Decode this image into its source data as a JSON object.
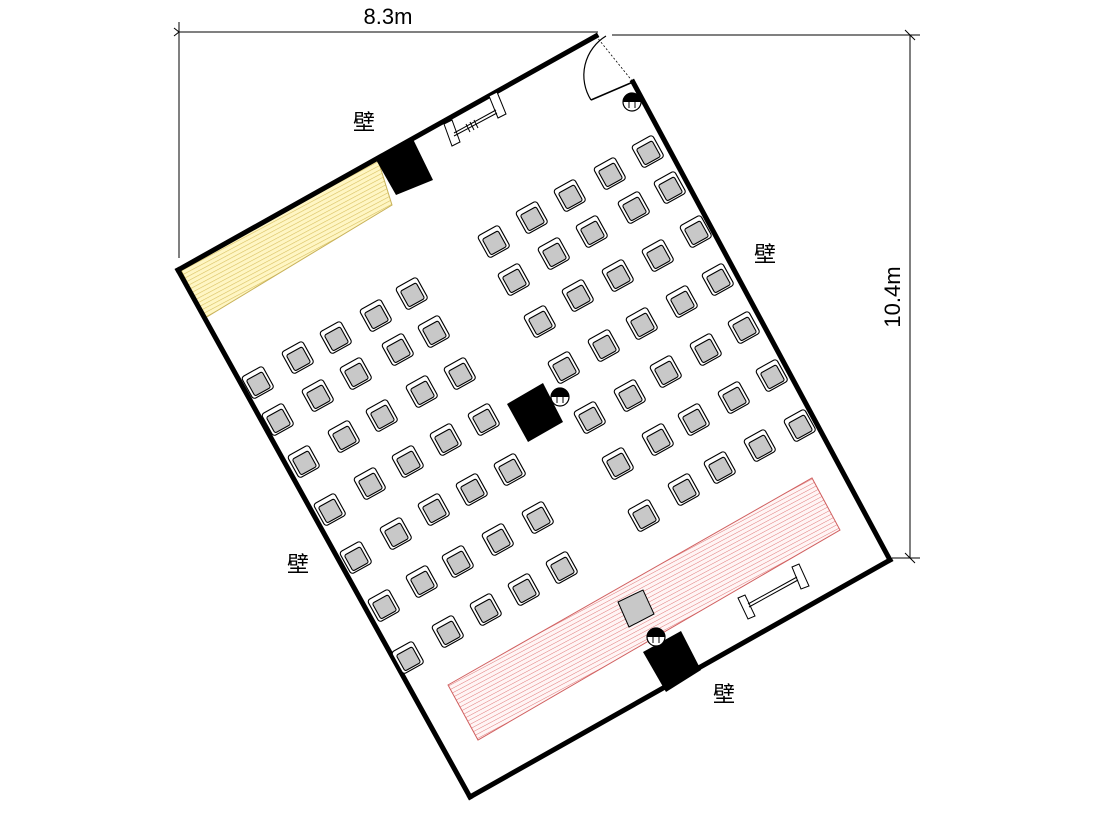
{
  "dimensions": {
    "width_label": "8.3m",
    "height_label": "10.4m"
  },
  "wall_labels": [
    "壁",
    "壁",
    "壁",
    "壁"
  ],
  "colors": {
    "wall": "#000000",
    "chair_seat": "#c8c8c8",
    "yellow_zone_fill": "#fff6c4",
    "yellow_zone_hatch": "#d8c060",
    "red_zone_fill": "#fff5f5",
    "red_zone_hatch": "#e07a7a",
    "pillar": "#000000"
  },
  "chairs": {
    "shape": "chair-icon",
    "fill": "#c8c8c8"
  },
  "icons": [
    "door-icon",
    "outlet-icon",
    "whiteboard-icon",
    "podium-icon"
  ]
}
